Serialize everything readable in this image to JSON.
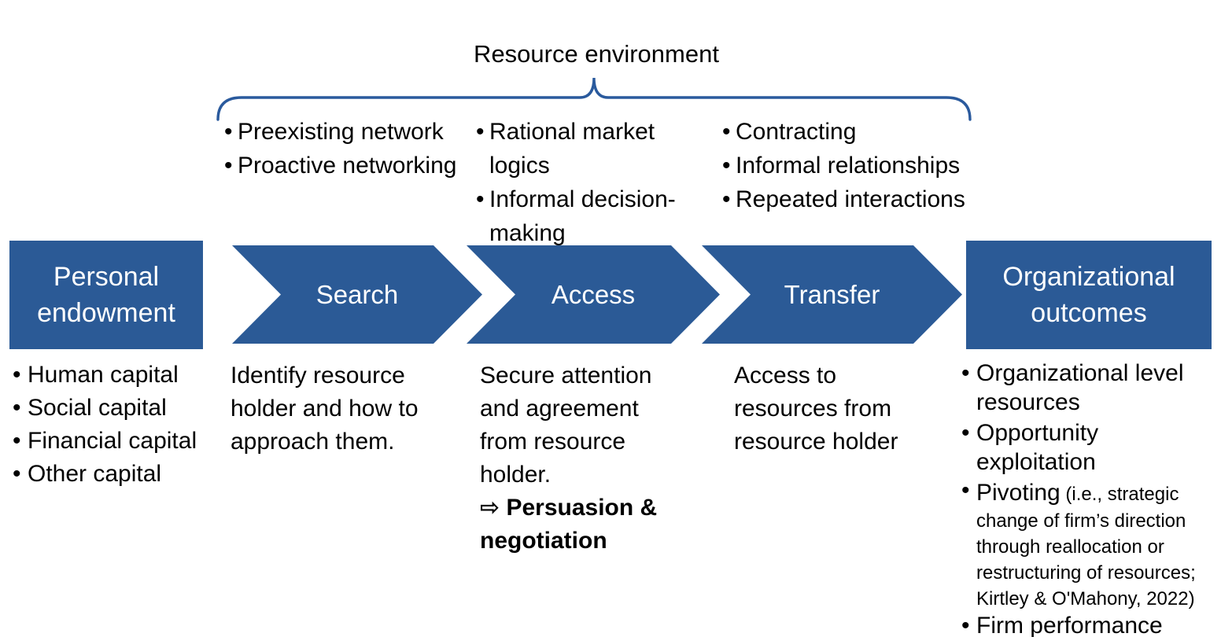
{
  "title": "Resource environment",
  "colors": {
    "shape_fill": "#2B5A96",
    "shape_text": "#FFFFFF",
    "brace_stroke": "#2A5A9D",
    "body_text": "#000000"
  },
  "environment": {
    "search_factors": [
      "Preexisting network",
      "Proactive networking"
    ],
    "access_factors": [
      "Rational market\nlogics",
      "Informal decision-\nmaking"
    ],
    "transfer_factors": [
      "Contracting",
      "Informal relationships",
      "Repeated interactions"
    ]
  },
  "flow": {
    "start_label": "Personal\nendowment",
    "steps": [
      "Search",
      "Access",
      "Transfer"
    ],
    "end_label": "Organizational\noutcomes"
  },
  "descriptions": {
    "personal_endowment": [
      "Human capital",
      "Social capital",
      "Financial capital",
      "Other capital"
    ],
    "search": "Identify resource\nholder and how to\napproach them.",
    "access_main": "Secure attention\nand agreement\nfrom resource\nholder.",
    "access_emphasis": "⇨ Persuasion &\nnegotiation",
    "transfer": "Access to\nresources from\nresource holder",
    "organizational_outcomes": [
      {
        "lead": "Organizational level\nresources",
        "note": ""
      },
      {
        "lead": "Opportunity\nexploitation",
        "note": ""
      },
      {
        "lead": "Pivoting",
        "note": " (i.e., strategic\nchange of firm’s direction\nthrough reallocation or\nrestructuring of resources;\nKirtley & O'Mahony, 2022)"
      },
      {
        "lead": "Firm performance",
        "note": ""
      }
    ]
  }
}
